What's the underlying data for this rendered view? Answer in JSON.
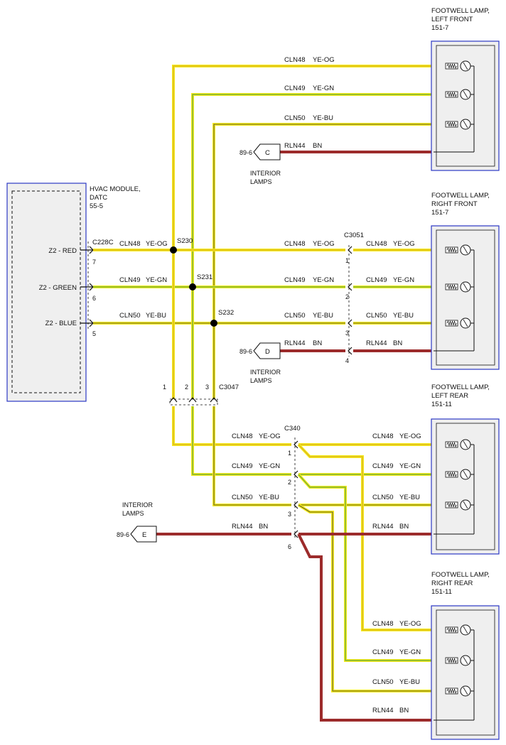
{
  "colors": {
    "yellow": "#f5ea1a",
    "green": "#62a63a",
    "brown": "#9c2b2b",
    "box_border": "#2c38c4",
    "box_fill": "#efefef"
  },
  "hvac_module": {
    "name_line1": "HVAC MODULE,",
    "name_line2": "DATC",
    "name_line3": "55-5",
    "connector": "C228C",
    "pins": [
      {
        "label": "Z2 - RED",
        "pin": "7"
      },
      {
        "label": "Z2 - GREEN",
        "pin": "6"
      },
      {
        "label": "Z2 - BLUE",
        "pin": "5"
      }
    ]
  },
  "wires": {
    "red": {
      "circuit": "CLN48",
      "color": "YE-OG"
    },
    "green": {
      "circuit": "CLN49",
      "color": "YE-GN"
    },
    "blue": {
      "circuit": "CLN50",
      "color": "YE-BU"
    },
    "ground": {
      "circuit": "RLN44",
      "color": "BN"
    }
  },
  "splices": [
    "S230",
    "S231",
    "S232"
  ],
  "connectors": {
    "c3051": {
      "name": "C3051",
      "pins": [
        "1",
        "2",
        "3",
        "4"
      ]
    },
    "c3047": {
      "name": "C3047",
      "pins": [
        "1",
        "2",
        "3"
      ]
    },
    "c340": {
      "name": "C340",
      "pins": [
        "1",
        "2",
        "3",
        "6"
      ]
    }
  },
  "lamps": [
    {
      "title_line1": "FOOTWELL LAMP,",
      "title_line2": "LEFT FRONT",
      "title_line3": "151-7"
    },
    {
      "title_line1": "FOOTWELL LAMP,",
      "title_line2": "RIGHT FRONT",
      "title_line3": "151-7"
    },
    {
      "title_line1": "FOOTWELL LAMP,",
      "title_line2": "LEFT REAR",
      "title_line3": "151-11"
    },
    {
      "title_line1": "FOOTWELL LAMP,",
      "title_line2": "RIGHT REAR",
      "title_line3": "151-11"
    }
  ],
  "interior_refs": [
    {
      "ref": "89-6",
      "letter": "C",
      "label_line1": "INTERIOR",
      "label_line2": "LAMPS"
    },
    {
      "ref": "89-6",
      "letter": "D",
      "label_line1": "INTERIOR",
      "label_line2": "LAMPS"
    },
    {
      "ref": "89-6",
      "letter": "E",
      "label_line1": "INTERIOR",
      "label_line2": "LAMPS"
    }
  ]
}
